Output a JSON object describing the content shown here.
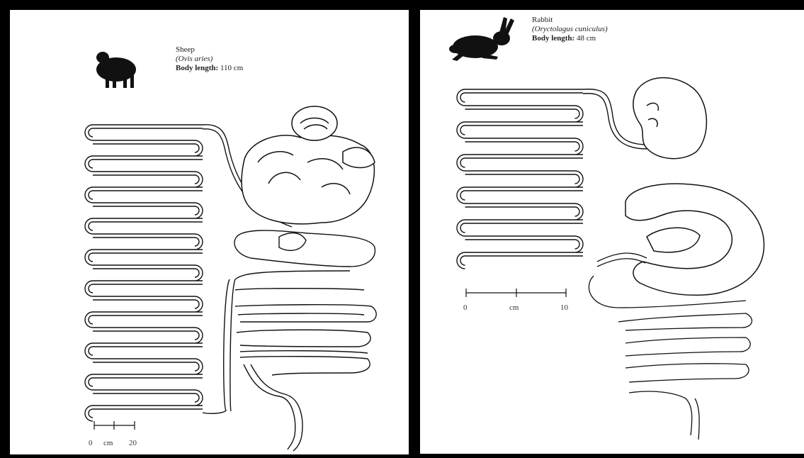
{
  "sheep": {
    "name": "Sheep",
    "latin": "(Ovis aries)",
    "body_length_label": "Body length:",
    "body_length_value": "110 cm",
    "scale": {
      "start": "0",
      "unit": "cm",
      "end": "20"
    }
  },
  "rabbit": {
    "name": "Rabbit",
    "latin": "(Oryctolagus cuniculus)",
    "body_length_label": "Body length:",
    "body_length_value": "48 cm",
    "scale": {
      "start": "0",
      "unit": "cm",
      "end": "10"
    }
  },
  "colors": {
    "ink": "#111111",
    "frame": "#000000",
    "paper": "#ffffff"
  }
}
